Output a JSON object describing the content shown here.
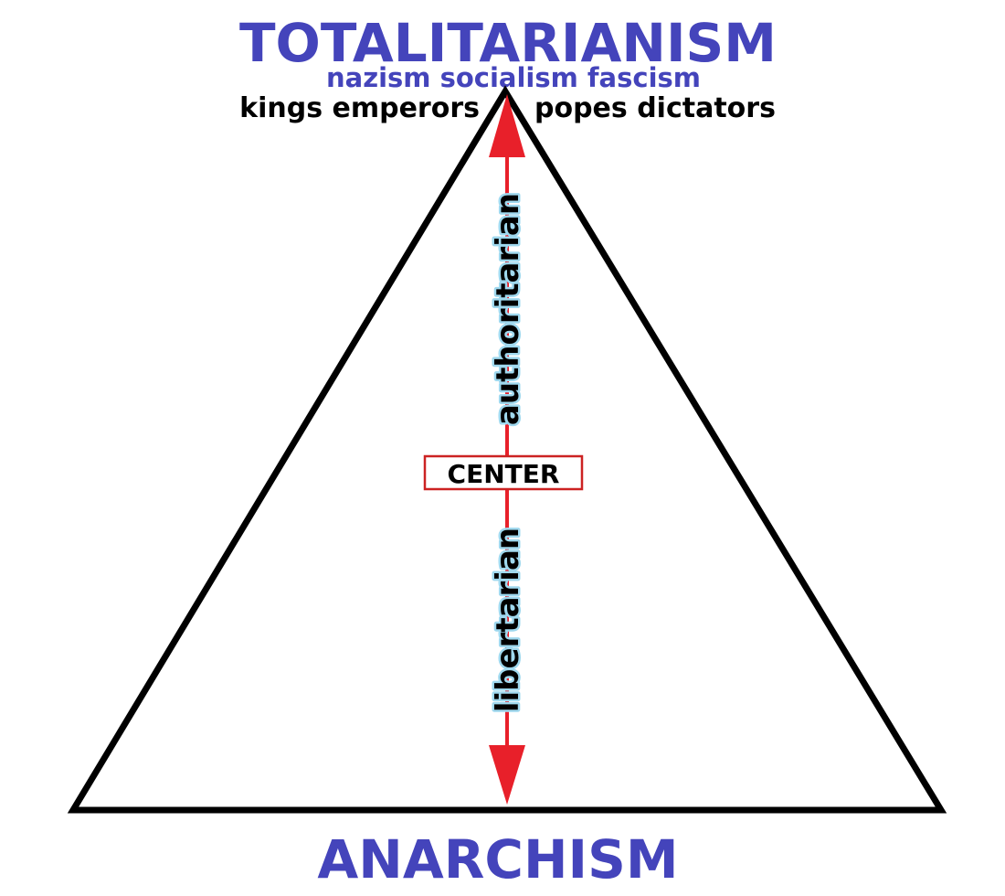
{
  "top": {
    "title": "TOTALITARIANISM",
    "subtitle": "nazism socialism fascism",
    "rulers_left": "kings emperors",
    "rulers_right": "popes dictators"
  },
  "axis": {
    "upper_label": "authoritarian",
    "lower_label": "libertarian",
    "center_label": "CENTER"
  },
  "bottom": {
    "title": "ANARCHISM"
  },
  "colors": {
    "title_blue": "#4444bb",
    "ink": "#000000",
    "arrow_red": "#e8202a",
    "axis_text_glow": "#9fd8ee"
  }
}
